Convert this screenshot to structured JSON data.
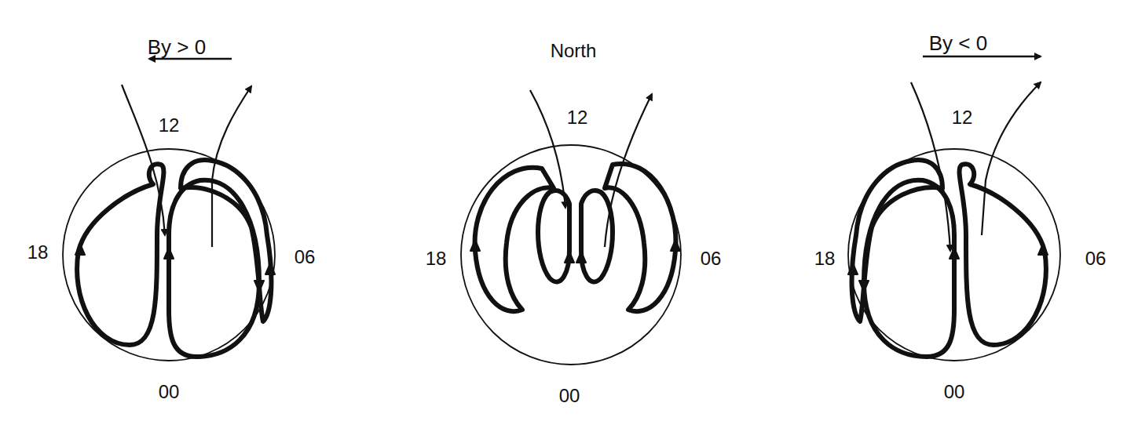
{
  "diagram": {
    "labels": [
      "By > 0",
      "12",
      "18",
      "06",
      "00",
      "North",
      "12",
      "18",
      "06",
      "00",
      "By < 0",
      "12",
      "18",
      "06",
      "00"
    ]
  }
}
